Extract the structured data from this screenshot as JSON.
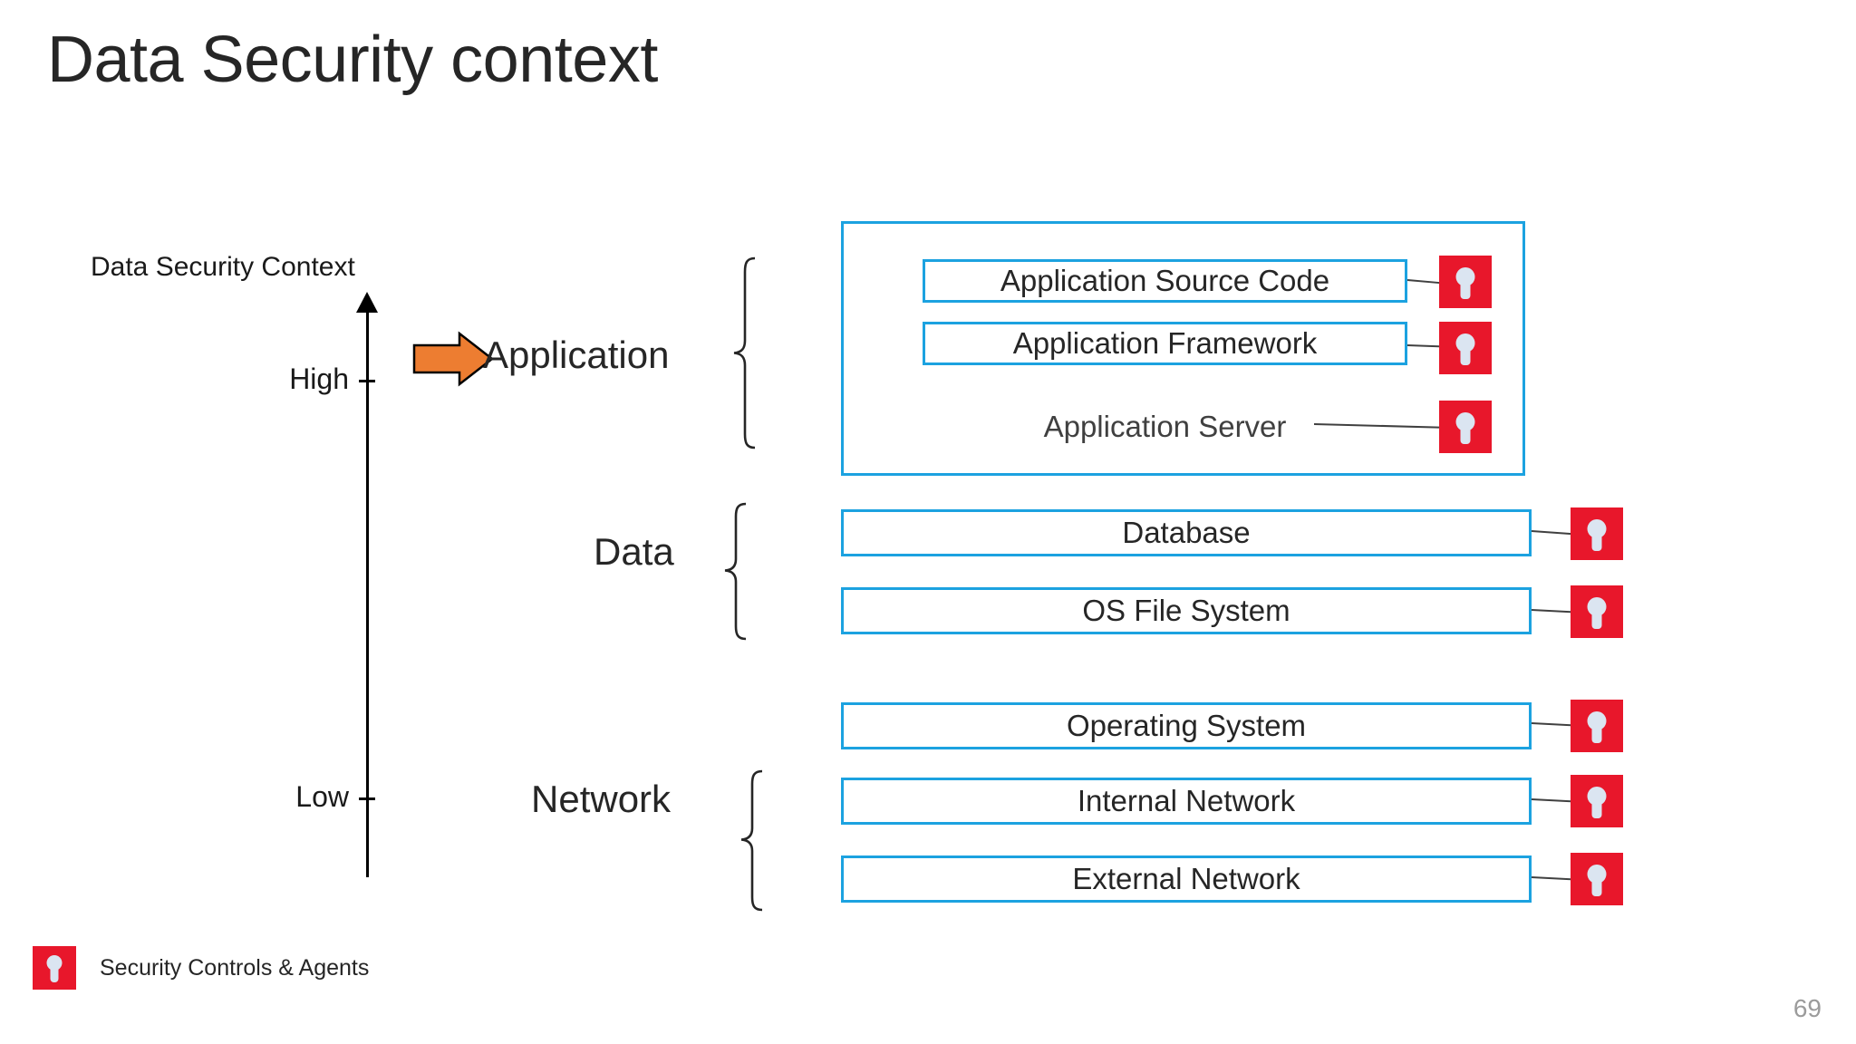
{
  "slide": {
    "title": "Data Security context",
    "page_number": "69"
  },
  "axis": {
    "caption": "Data Security Context",
    "high_label": "High",
    "low_label": "Low"
  },
  "pointer": {
    "icon": "right-arrow-icon",
    "target": "Application"
  },
  "tiers": [
    {
      "id": "application",
      "label": "Application"
    },
    {
      "id": "data",
      "label": "Data"
    },
    {
      "id": "network",
      "label": "Network"
    }
  ],
  "application_container": {
    "rows": [
      {
        "id": "application-source-code",
        "label": "Application Source Code",
        "boxed": true,
        "has_lock": true
      },
      {
        "id": "application-framework",
        "label": "Application Framework",
        "boxed": true,
        "has_lock": true
      },
      {
        "id": "application-server",
        "label": "Application Server",
        "boxed": false,
        "has_lock": true
      }
    ]
  },
  "data_rows": [
    {
      "id": "database",
      "label": "Database",
      "has_lock": true
    },
    {
      "id": "os-file-system",
      "label": "OS File System",
      "has_lock": true
    }
  ],
  "network_rows": [
    {
      "id": "operating-system",
      "label": "Operating System",
      "has_lock": true
    },
    {
      "id": "internal-network",
      "label": "Internal Network",
      "has_lock": true
    },
    {
      "id": "external-network",
      "label": "External Network",
      "has_lock": true
    }
  ],
  "legend": {
    "icon": "lock-icon",
    "label": "Security Controls & Agents"
  },
  "colors": {
    "box_border": "#1ca2e0",
    "lock_background": "#e8172b",
    "lock_keyhole": "#dbe5f1",
    "arrow_fill": "#ed7d31",
    "arrow_outline": "#000000",
    "text": "#262626",
    "page_number": "#9b9b9b",
    "background": "#ffffff"
  }
}
